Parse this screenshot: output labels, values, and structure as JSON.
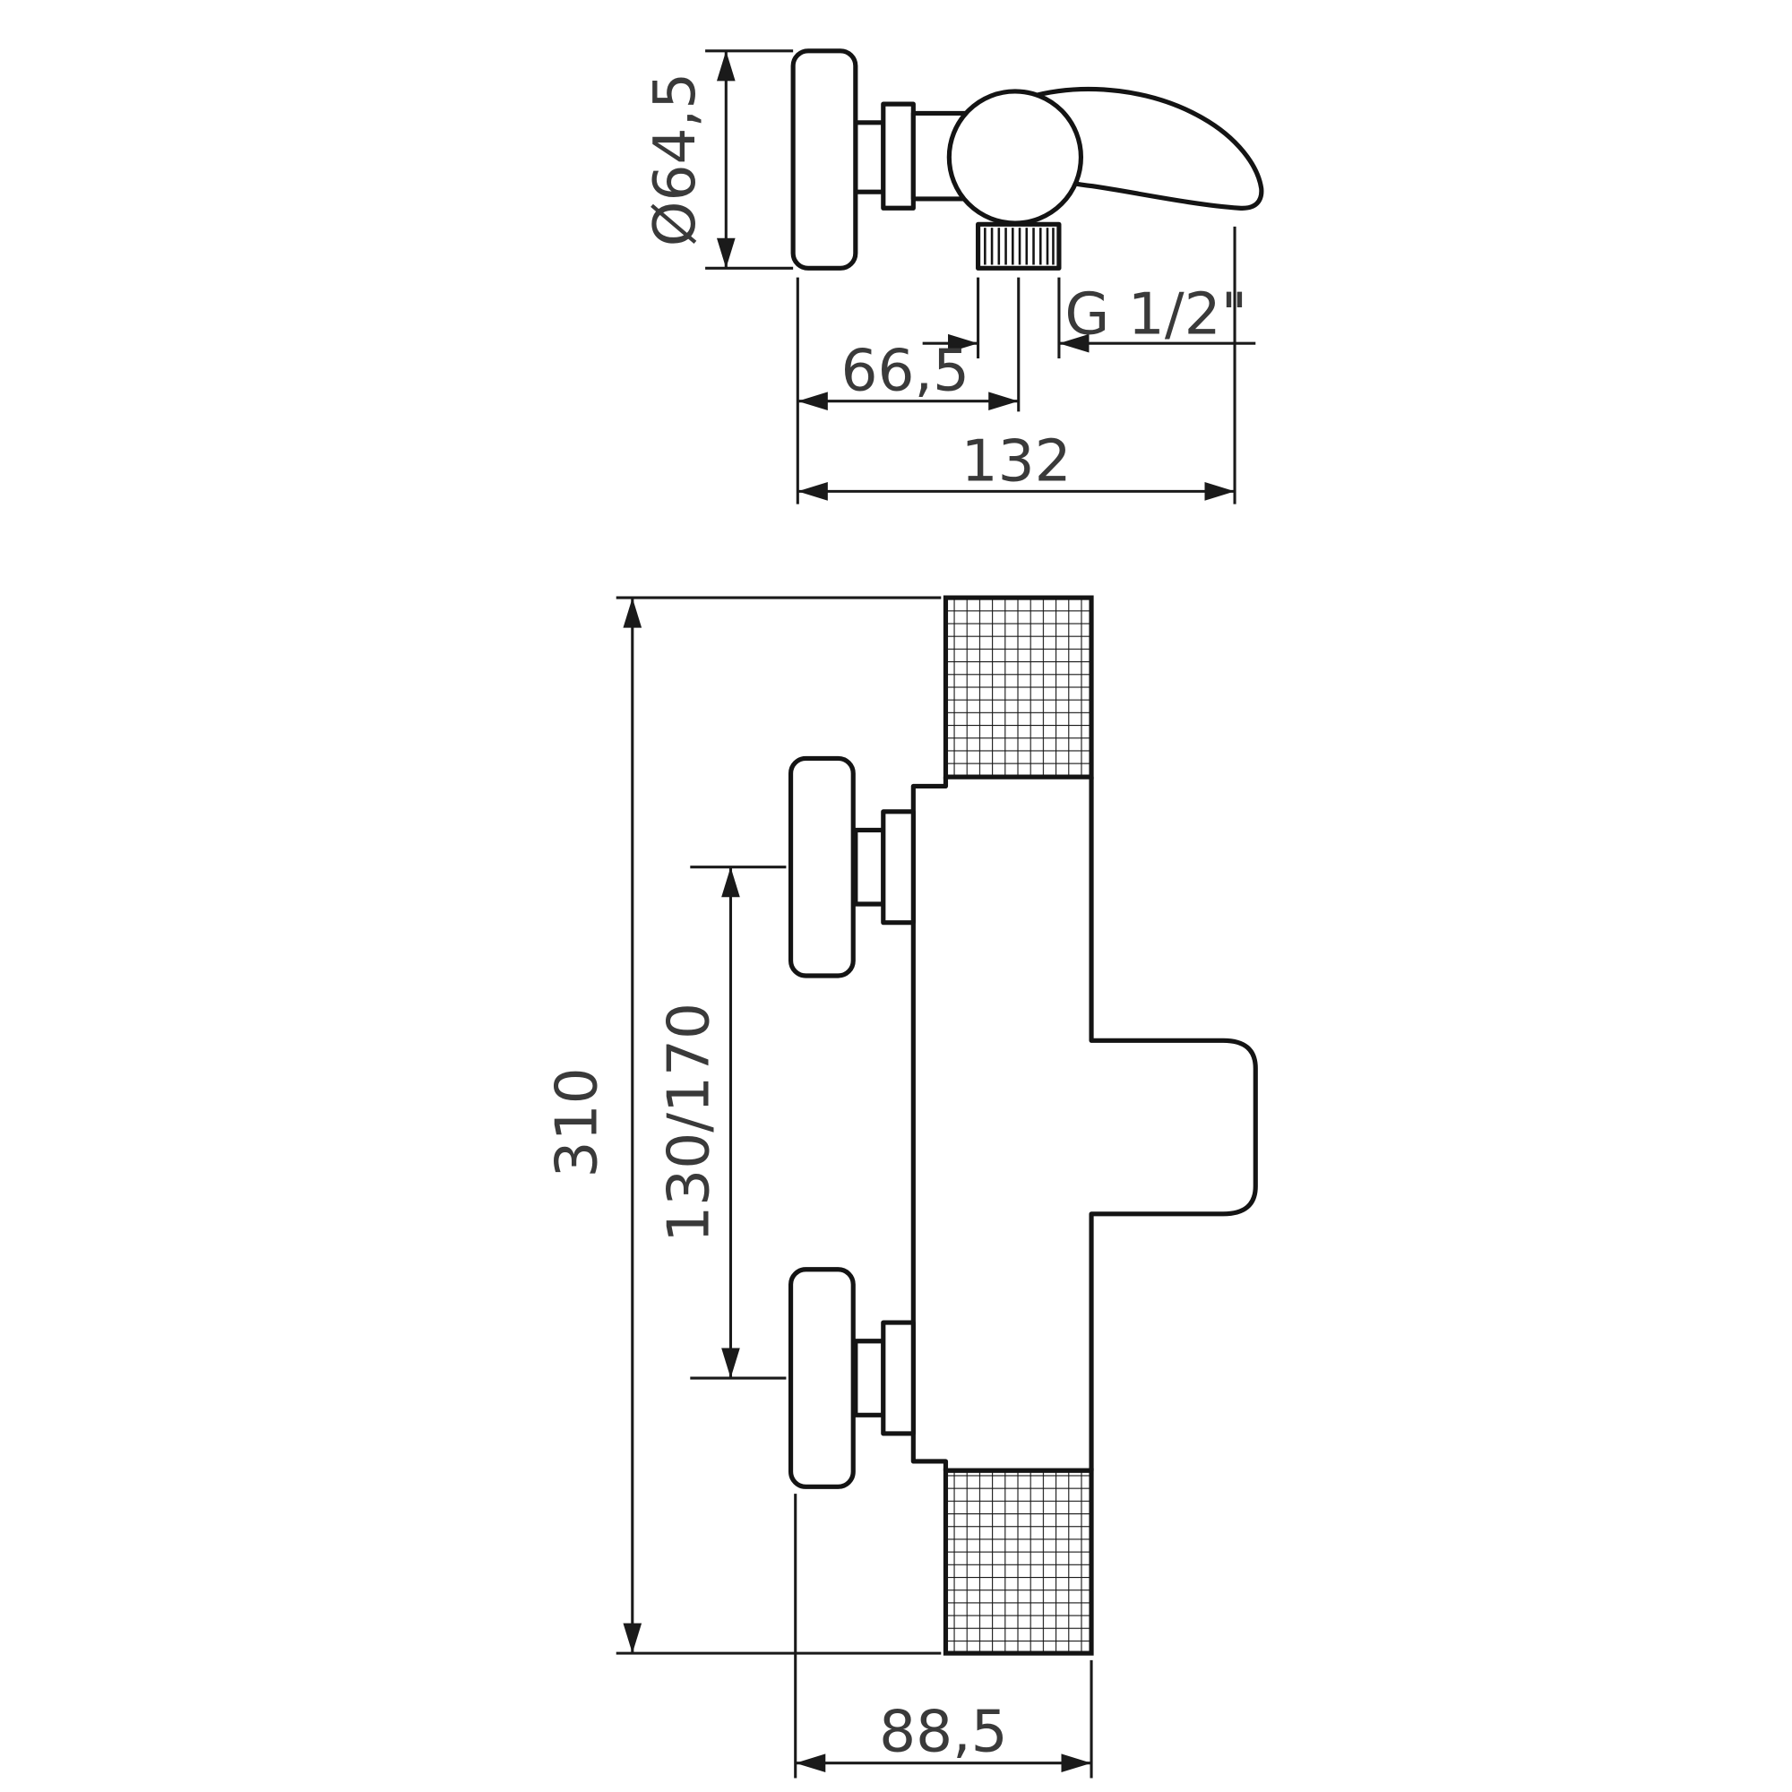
{
  "drawing": {
    "type": "technical-dimension-drawing",
    "subject": "wall-mounted shower mixer tap",
    "colors": {
      "line": "#141414",
      "dimension_text": "#3a3a3a",
      "background": "#ffffff"
    },
    "side_view": {
      "diameter_label": "Ø64,5",
      "thread_label": "G 1/2\"",
      "offset_label": "66,5",
      "depth_label": "132"
    },
    "front_view": {
      "height_label": "310",
      "centers_label": "130/170",
      "width_label": "88,5"
    }
  }
}
